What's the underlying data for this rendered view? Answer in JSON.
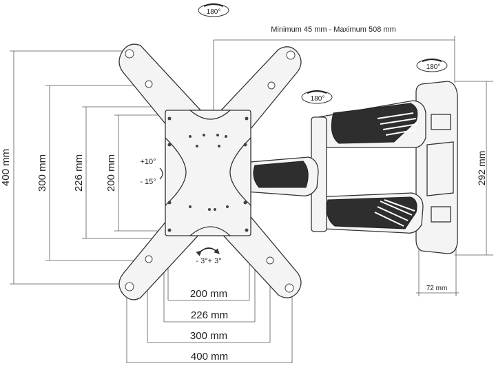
{
  "colors": {
    "line": "#555555",
    "outline": "#333333",
    "fill": "#f4f4f4",
    "dark": "#2e2e2e"
  },
  "rotation": {
    "top": "180°",
    "arm": "180°",
    "wall": "180°",
    "tilt_up": "+10°",
    "tilt_down": "- 15°",
    "swivel": "- 3°+ 3°"
  },
  "wall_distance": "Minimum 45 mm - Maximum 508 mm",
  "vertical_dims": [
    "400 mm",
    "300 mm",
    "226 mm",
    "200 mm"
  ],
  "horizontal_dims": [
    "200 mm",
    "226 mm",
    "300 mm",
    "400 mm"
  ],
  "wall_plate_height": "292 mm",
  "wall_plate_width": "72 mm",
  "icons": [
    "rotate-arrow-icon",
    "swivel-arrow-icon"
  ]
}
